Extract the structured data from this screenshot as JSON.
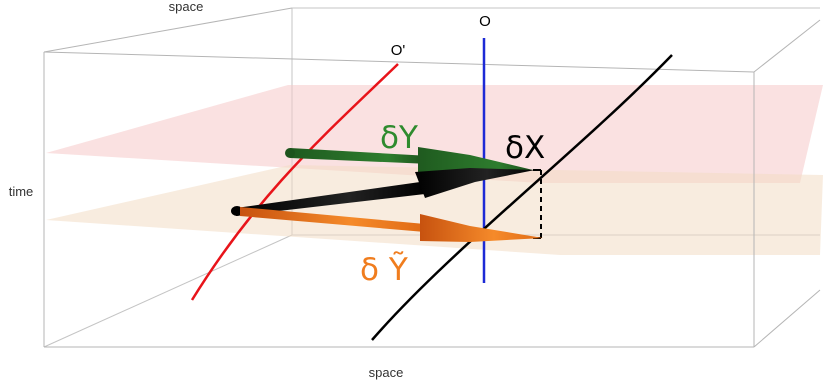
{
  "axes": {
    "space_top": "space",
    "space_bottom": "space",
    "time": "time"
  },
  "observers": {
    "o": "O",
    "o_prime": "O'"
  },
  "vectors": {
    "delta_y": "δY",
    "delta_x": "δX",
    "delta_y_tilde": "δ Ỹ"
  },
  "colors": {
    "box_edges": "#b5b5b5",
    "observer_o_prime": "#e8141a",
    "observer_o": "#1d2ad6",
    "worldline_x": "#000000",
    "delta_y": "#226622",
    "delta_x": "#000000",
    "delta_y_tilde": "#f07d1e",
    "plane_upper": "#f6c9c9",
    "plane_lower": "#f2dcc5"
  }
}
